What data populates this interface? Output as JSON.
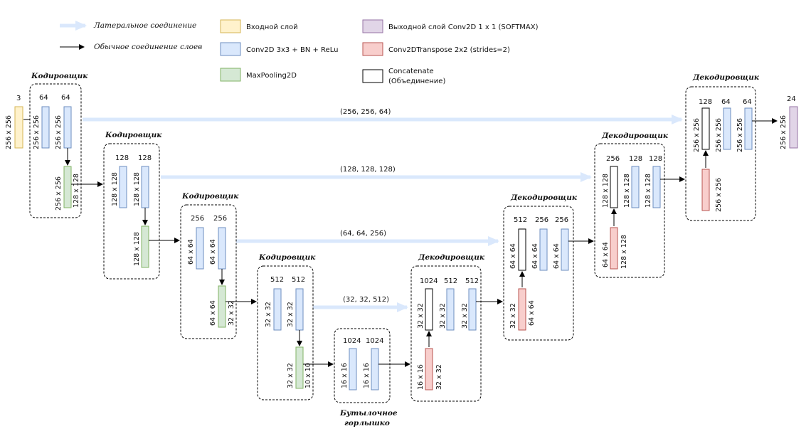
{
  "legend": {
    "lateral": "Латеральное соединение",
    "normal": "Обычное соединение слоев",
    "input": "Входной слой",
    "conv": "Conv2D 3x3 + BN + ReLu",
    "pool": "MaxPooling2D",
    "output": "Выходной слой Conv2D 1 x 1 (SOFTMAX)",
    "transpose": "Conv2DTranspose 2x2 (strides=2)",
    "concat_line1": "Concatenate",
    "concat_line2": "(Объединение)"
  },
  "colors": {
    "input_fill": "#fff2cc",
    "input_stroke": "#d6b656",
    "conv_fill": "#dae8fc",
    "conv_stroke": "#6c8ebf",
    "pool_fill": "#d5e8d4",
    "pool_stroke": "#82b366",
    "output_fill": "#e1d5e7",
    "output_stroke": "#9673a6",
    "transpose_fill": "#f8cecc",
    "transpose_stroke": "#b85450",
    "concat_fill": "#ffffff",
    "concat_stroke": "#000000",
    "lateral_arrow": "#dae8fc"
  },
  "titles": {
    "encoder": "Кодировщик",
    "decoder": "Декодировщик",
    "bottleneck_line1": "Бутылочное",
    "bottleneck_line2": "горлышко"
  },
  "input_layer": {
    "channels": "3",
    "size": "256 x 256"
  },
  "output_layer": {
    "channels": "24",
    "size": "256 x 256"
  },
  "lateral_labels": [
    "(256, 256, 64)",
    "(128, 128, 128)",
    "(64, 64, 256)",
    "(32, 32, 512)"
  ],
  "encoders": [
    {
      "channels": [
        "64",
        "64"
      ],
      "sizes": [
        "256 x 256",
        "256 x 256"
      ],
      "pool_sizes": [
        "256 x 256",
        "128 x 128"
      ]
    },
    {
      "channels": [
        "128",
        "128"
      ],
      "sizes": [
        "128 x 128",
        "128 x 128"
      ],
      "pool_sizes": [
        "128 x 128"
      ]
    },
    {
      "channels": [
        "256",
        "256"
      ],
      "sizes": [
        "64 x 64",
        "64 x 64"
      ],
      "pool_sizes": [
        "64 x 64",
        "32 x 32"
      ]
    },
    {
      "channels": [
        "512",
        "512"
      ],
      "sizes": [
        "32 x 32",
        "32 x 32"
      ],
      "pool_sizes": [
        "32 x 32",
        "10 x 10"
      ]
    }
  ],
  "bottleneck": {
    "channels": [
      "1024",
      "1024"
    ],
    "sizes": [
      "16 x 16",
      "16 x 16"
    ]
  },
  "decoders": [
    {
      "channels": [
        "1024",
        "512",
        "512"
      ],
      "concat_size": "32 x 32",
      "sizes": [
        "32 x 32",
        "32 x 32"
      ],
      "up_sizes": [
        "16 x 16",
        "32 x 32"
      ]
    },
    {
      "channels": [
        "512",
        "256",
        "256"
      ],
      "concat_size": "64 x 64",
      "sizes": [
        "64 x 64",
        "64 x 64"
      ],
      "up_sizes": [
        "32 x 32",
        "64 x 64"
      ]
    },
    {
      "channels": [
        "256",
        "128",
        "128"
      ],
      "concat_size": "128 x 128",
      "sizes": [
        "128 x 128",
        "128 x 128"
      ],
      "up_sizes": [
        "64 x 64",
        "128 x 128"
      ]
    },
    {
      "channels": [
        "128",
        "64",
        "64"
      ],
      "concat_size": "256 x 256",
      "sizes": [
        "256 x 256",
        "256 x 256"
      ],
      "up_sizes": [
        "256 x 256"
      ]
    }
  ]
}
